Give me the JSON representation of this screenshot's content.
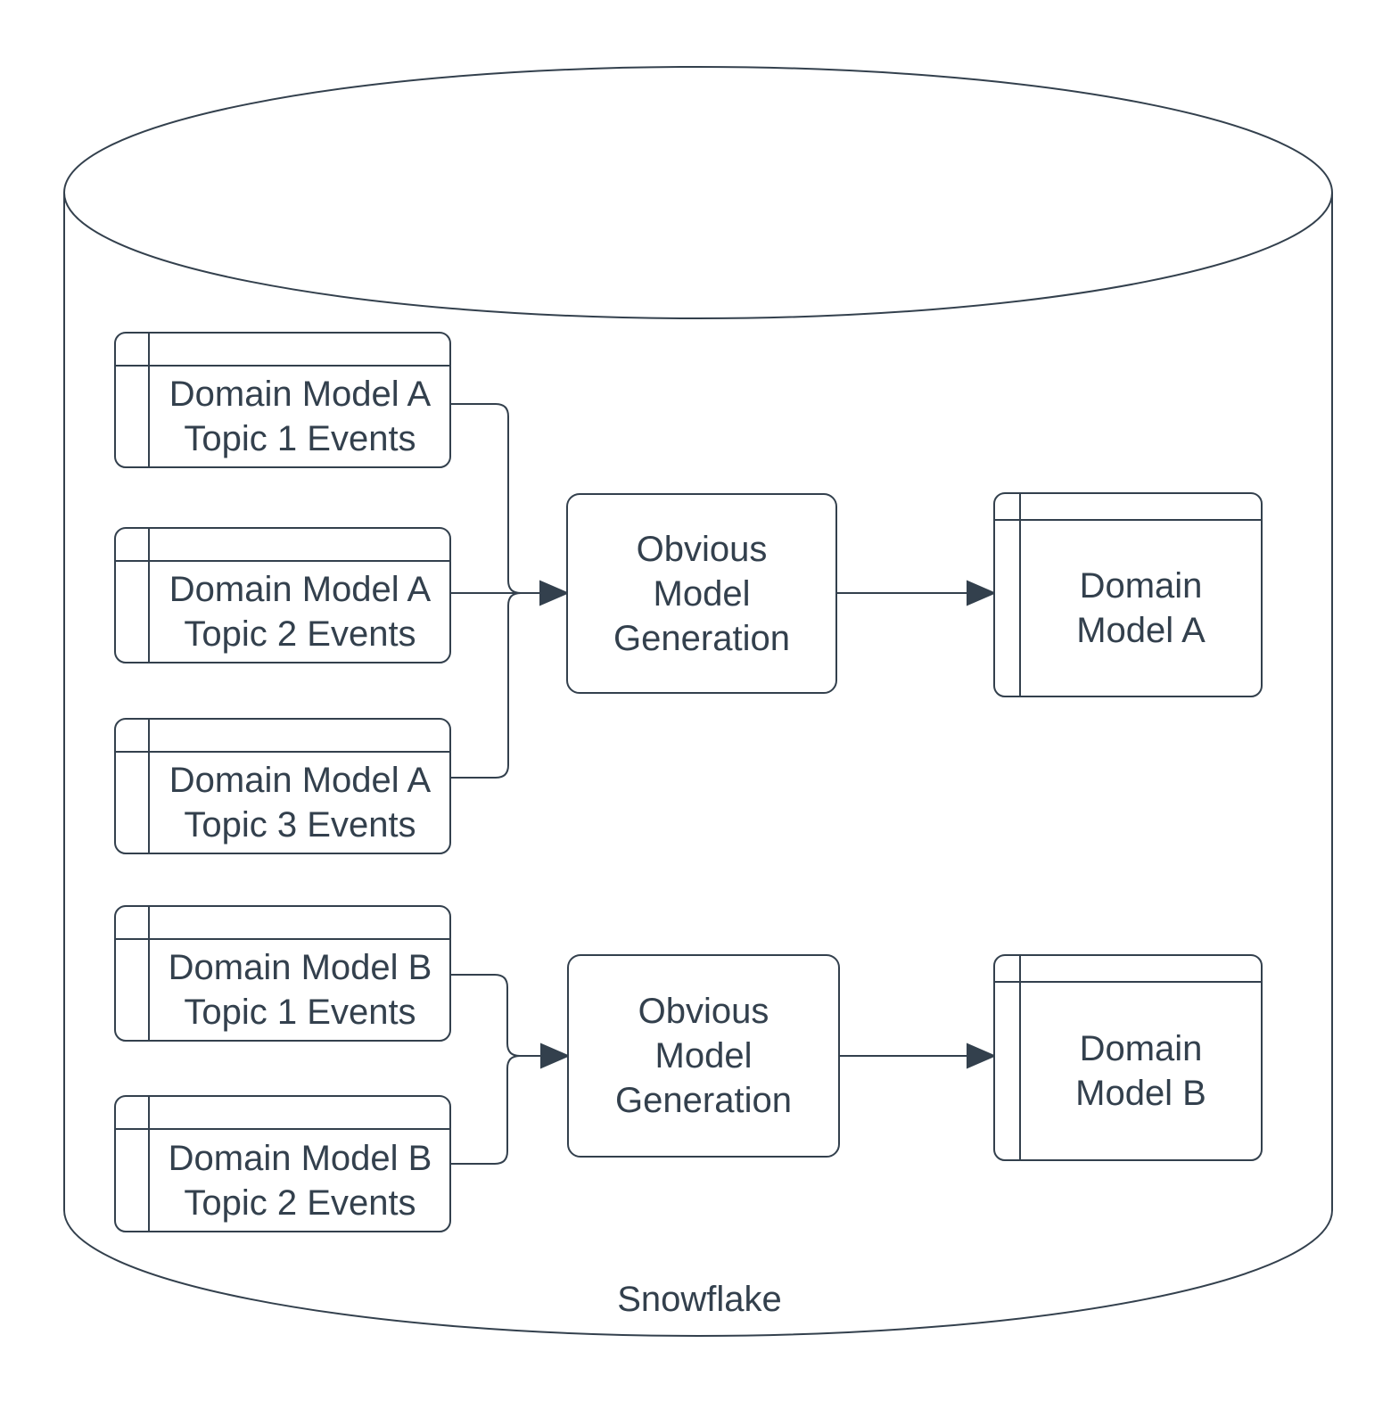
{
  "diagram_type": "data-flow-inside-database-cylinder",
  "container": {
    "shape": "cylinder",
    "label": "Snowflake"
  },
  "colors": {
    "stroke": "#33404d",
    "text": "#33404d",
    "background": "#ffffff"
  },
  "nodes": {
    "topic_a1": {
      "type": "table",
      "label": "Domain Model A\nTopic 1 Events"
    },
    "topic_a2": {
      "type": "table",
      "label": "Domain Model A\nTopic 2 Events"
    },
    "topic_a3": {
      "type": "table",
      "label": "Domain Model A\nTopic 3 Events"
    },
    "topic_b1": {
      "type": "table",
      "label": "Domain Model B\nTopic 1 Events"
    },
    "topic_b2": {
      "type": "table",
      "label": "Domain Model B\nTopic 2 Events"
    },
    "process_a": {
      "type": "process",
      "label": "Obvious\nModel\nGeneration"
    },
    "process_b": {
      "type": "process",
      "label": "Obvious\nModel\nGeneration"
    },
    "model_a": {
      "type": "table",
      "label": "Domain\nModel A"
    },
    "model_b": {
      "type": "table",
      "label": "Domain\nModel B"
    }
  },
  "edges": [
    {
      "from": "topic_a1",
      "to": "process_a"
    },
    {
      "from": "topic_a2",
      "to": "process_a"
    },
    {
      "from": "topic_a3",
      "to": "process_a"
    },
    {
      "from": "process_a",
      "to": "model_a"
    },
    {
      "from": "topic_b1",
      "to": "process_b"
    },
    {
      "from": "topic_b2",
      "to": "process_b"
    },
    {
      "from": "process_b",
      "to": "model_b"
    }
  ]
}
